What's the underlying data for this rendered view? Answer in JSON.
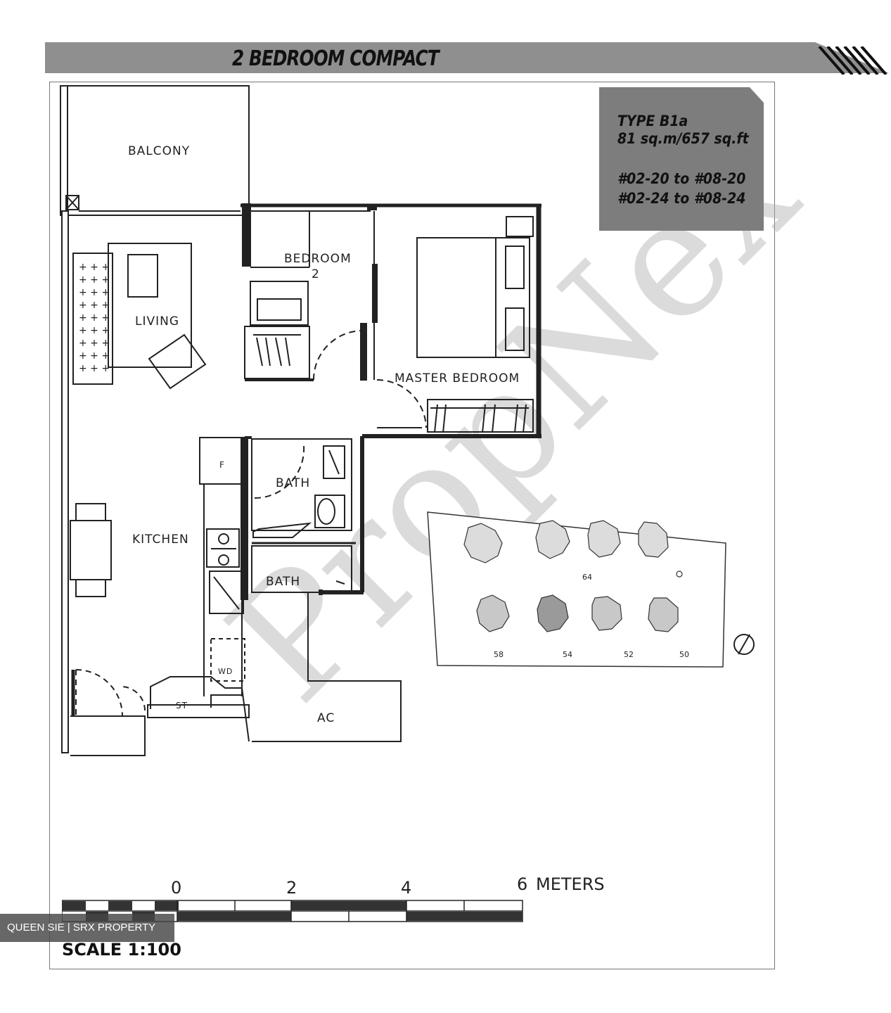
{
  "header": {
    "title": "2 BEDROOM COMPACT"
  },
  "unit_info": {
    "type": "TYPE B1a",
    "area": "81 sq.m/657 sq.ft",
    "units_a": "#02-20 to #08-20",
    "units_b": "#02-24 to #08-24"
  },
  "rooms": {
    "balcony": "BALCONY",
    "bedroom2_line1": "BEDROOM",
    "bedroom2_line2": "2",
    "living": "LIVING",
    "master_bedroom": "MASTER BEDROOM",
    "bath": "BATH",
    "kitchen": "KITCHEN",
    "fridge": "F",
    "bath2": "BATH",
    "wd": "WD",
    "store": "ST",
    "ac": "AC"
  },
  "site_plan": {
    "block_labels": [
      "58",
      "54",
      "52",
      "50",
      "64"
    ]
  },
  "watermark": {
    "text": "PropNex"
  },
  "scale_bar": {
    "ticks": [
      "0",
      "2",
      "4",
      "6"
    ],
    "unit": "METERS",
    "label": "SCALE 1:100"
  },
  "credit": {
    "text": "QUEEN SIE | SRX PROPERTY"
  },
  "colors": {
    "band": "#8f8f8f",
    "info_box": "#7d7d7d",
    "wall": "#222222",
    "watermark": "#afafaf"
  }
}
